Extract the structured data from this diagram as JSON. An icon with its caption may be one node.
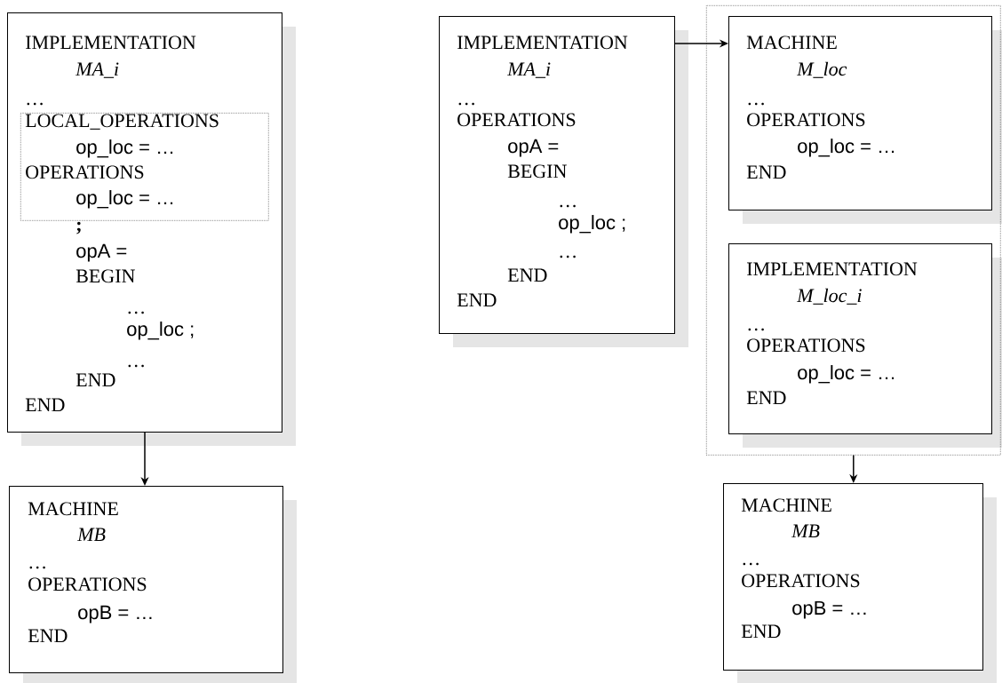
{
  "diagram": {
    "nodes": [
      {
        "text": [
          "IMPLEMENTATION",
          "MA_i",
          "…",
          ";",
          "opA =",
          "BEGIN",
          "…",
          "op_loc ;",
          "…",
          "END",
          "END"
        ]
      },
      {
        "text": [
          "LOCAL_OPERATIONS",
          "op_loc = …",
          "OPERATIONS",
          "op_loc = …"
        ],
        "in": 0
      },
      {
        "text": [
          "MACHINE",
          "MB",
          "…",
          "OPERATIONS",
          "opB = …",
          "END"
        ]
      },
      {
        "text": [
          "IMPLEMENTATION",
          "MA_i",
          "…",
          "OPERATIONS",
          "opA =",
          "BEGIN",
          "…",
          "op_loc ;",
          "…",
          "END",
          "END"
        ]
      },
      {
        "text": [],
        "shape": "box"
      },
      {
        "text": [
          "MACHINE",
          "M_loc",
          "…",
          "OPERATIONS",
          "op_loc = …",
          "END"
        ],
        "in": 4
      },
      {
        "text": [
          "IMPLEMENTATION",
          "M_loc_i",
          "…",
          "OPERATIONS",
          "op_loc = …",
          "END"
        ],
        "in": 4
      },
      {
        "text": [
          "MACHINE",
          "MB",
          "…",
          "OPERATIONS",
          "opB = …",
          "END"
        ]
      }
    ],
    "edges": [
      {
        "from": 0,
        "to": 2,
        "arrow": "to"
      },
      {
        "from": 3,
        "to": 5,
        "arrow": "to"
      },
      {
        "from": 4,
        "to": 7,
        "arrow": "to"
      }
    ]
  }
}
